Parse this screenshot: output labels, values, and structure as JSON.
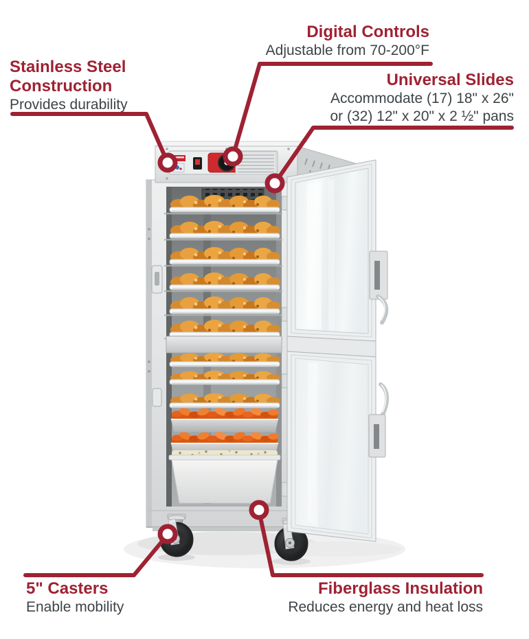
{
  "colors": {
    "accent": "#9e2233",
    "body_text": "#3e4347",
    "background": "#ffffff",
    "steel_light": "#ebeced",
    "steel_dark": "#b9bcbd"
  },
  "callouts": {
    "digital": {
      "title": "Digital Controls",
      "subtitle": "Adjustable from 70-200°F"
    },
    "stainless": {
      "title": "Stainless Steel Construction",
      "subtitle": "Provides durability"
    },
    "universal": {
      "title": "Universal Slides",
      "subtitle": "Accommodate (17) 18\" x 26\"\nor (32) 12\" x 20\" x 2 ½\" pans"
    },
    "casters": {
      "title": "5\" Casters",
      "subtitle": "Enable mobility"
    },
    "fiberglass": {
      "title": "Fiberglass Insulation",
      "subtitle": "Reduces energy and heat loss"
    }
  }
}
